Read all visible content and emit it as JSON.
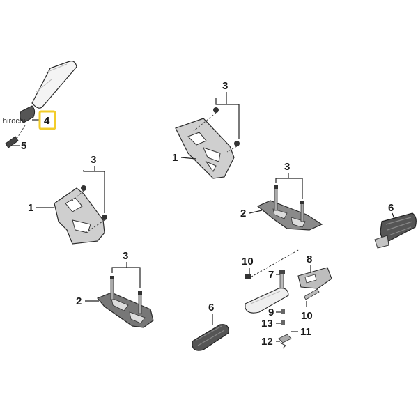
{
  "callouts": {
    "c1a": "1",
    "c1b": "1",
    "c2a": "2",
    "c2b": "2",
    "c3a": "3",
    "c3b": "3",
    "c3c": "3",
    "c3d": "3",
    "c4": "4",
    "c5": "5",
    "c6a": "6",
    "c6b": "6",
    "c7": "7",
    "c8": "8",
    "c9": "9",
    "c10a": "10",
    "c10b": "10",
    "c11": "11",
    "c12": "12",
    "c13": "13"
  },
  "watermark": "hirochi",
  "colors": {
    "part_light": "#c9c9c9",
    "part_dark": "#5a5a5a",
    "outline": "#2a2a2a",
    "highlight": "#f2cc2a"
  }
}
